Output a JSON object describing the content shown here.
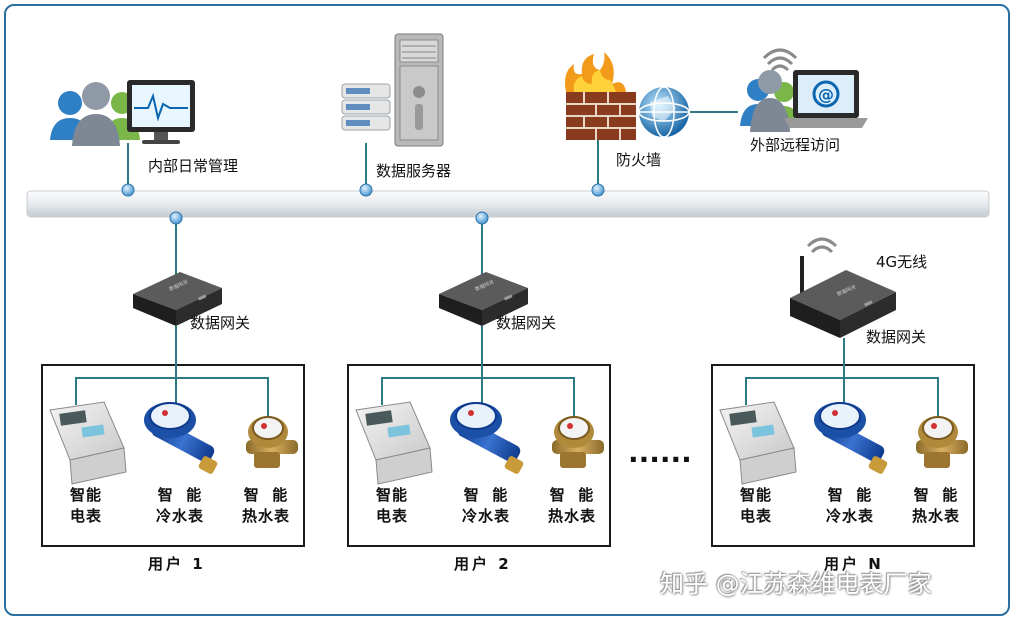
{
  "nodes": {
    "internal_management": "内部日常管理",
    "data_server": "数据服务器",
    "firewall": "防火墙",
    "remote_access": "外部远程访问",
    "wireless_4g": "4G无线"
  },
  "gateways": {
    "label": "数据网关",
    "device_text": "数据网关"
  },
  "devices": {
    "electric_meter": [
      "智能",
      "电表"
    ],
    "cold_water_meter": [
      "智  能",
      "冷水表"
    ],
    "hot_water_meter": [
      "智  能",
      "热水表"
    ]
  },
  "users": [
    "用户 1",
    "用户 2",
    "用户 N"
  ],
  "ellipsis": "......",
  "watermark": "知乎 @江苏森维电表厂家",
  "colors": {
    "frame": "#2a6fa0",
    "bus": "#e9edf0",
    "line": "#2b7a85",
    "node_dot": "#6fb3e0",
    "box_border": "#1a1a1a"
  }
}
